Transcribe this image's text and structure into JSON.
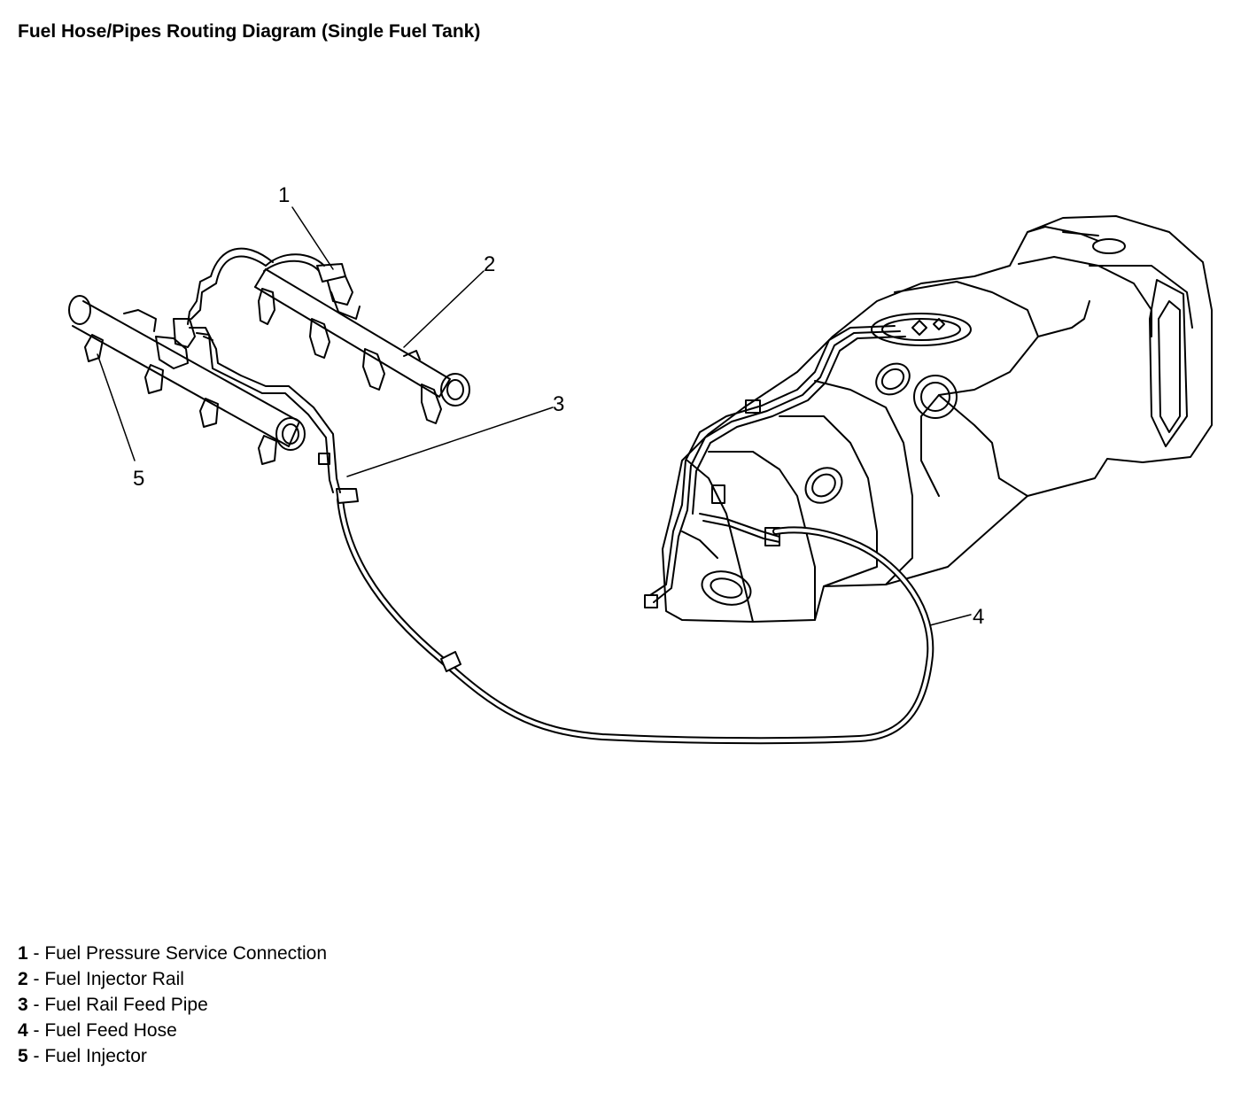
{
  "title": "Fuel Hose/Pipes Routing Diagram (Single Fuel Tank)",
  "callouts": [
    "1",
    "2",
    "3",
    "4",
    "5"
  ],
  "legend": [
    {
      "num": "1",
      "sep": " - ",
      "label": "Fuel Pressure Service Connection"
    },
    {
      "num": "2",
      "sep": " - ",
      "label": "Fuel Injector Rail"
    },
    {
      "num": "3",
      "sep": " - ",
      "label": "Fuel Rail Feed Pipe"
    },
    {
      "num": "4",
      "sep": " - ",
      "label": "Fuel Feed Hose"
    },
    {
      "num": "5",
      "sep": " - ",
      "label": "Fuel Injector"
    }
  ]
}
